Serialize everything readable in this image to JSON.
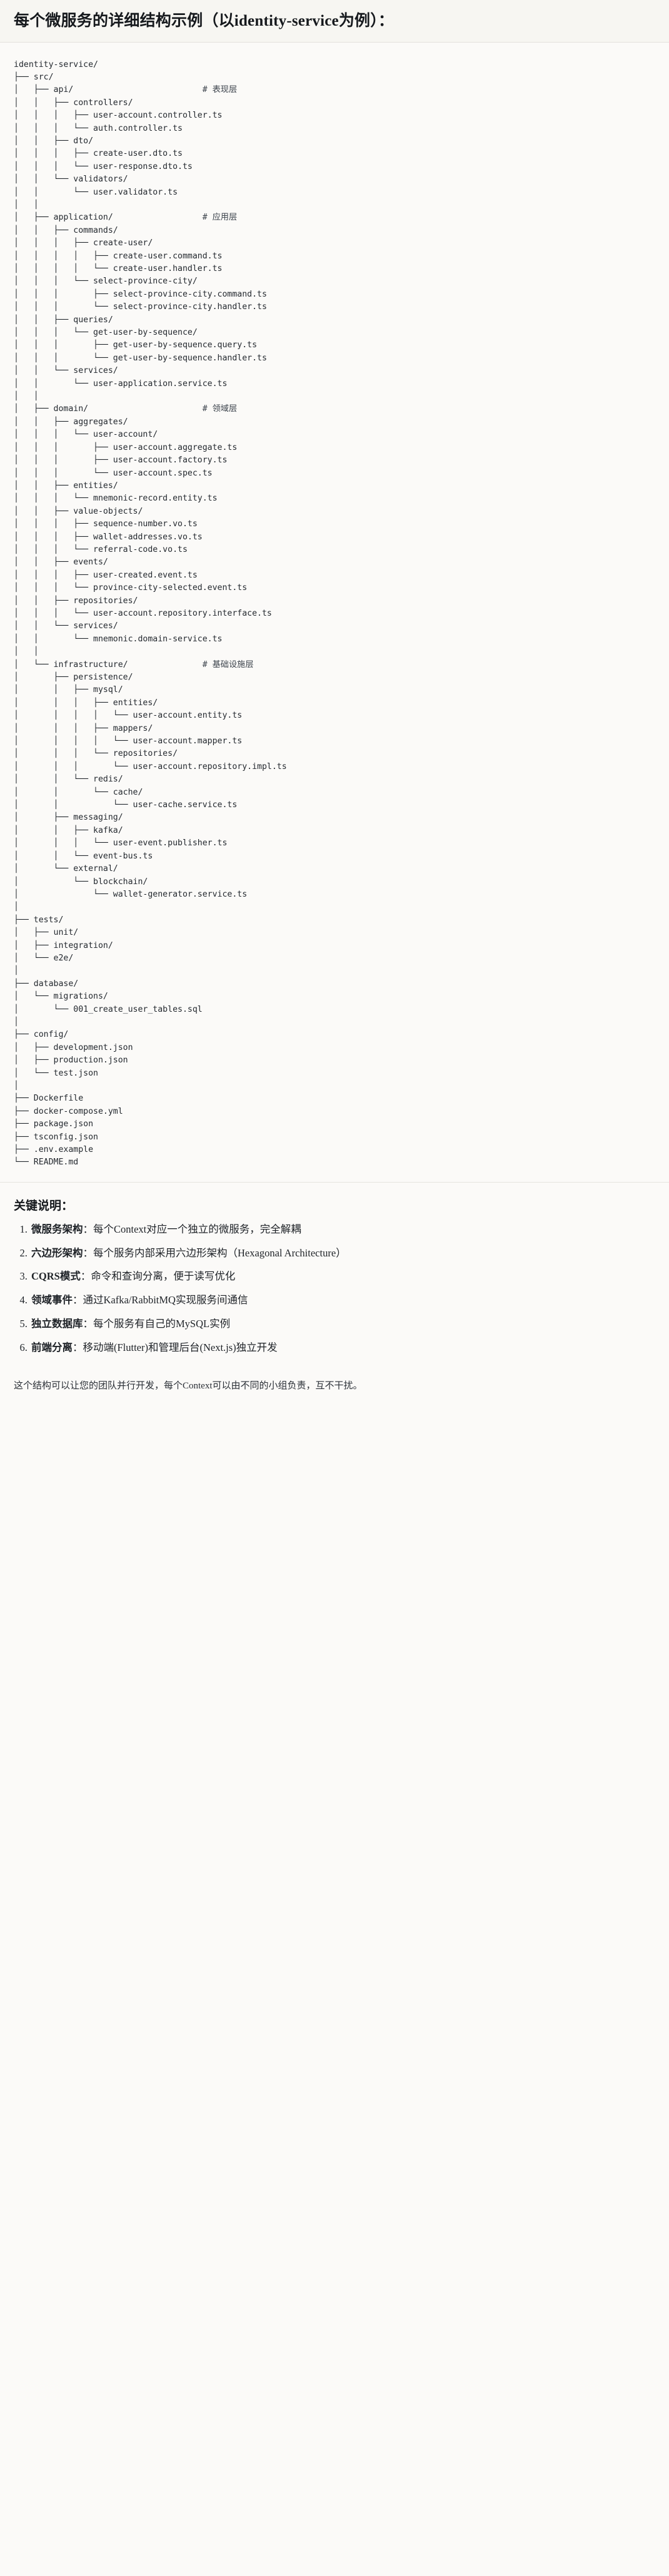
{
  "header": {
    "title": "每个微服务的详细结构示例（以identity-service为例）："
  },
  "tree": {
    "root": "identity-service/",
    "lines": [
      "identity-service/",
      "├── src/",
      "│   ├── api/                          # 表现层",
      "│   │   ├── controllers/",
      "│   │   │   ├── user-account.controller.ts",
      "│   │   │   └── auth.controller.ts",
      "│   │   ├── dto/",
      "│   │   │   ├── create-user.dto.ts",
      "│   │   │   └── user-response.dto.ts",
      "│   │   └── validators/",
      "│   │       └── user.validator.ts",
      "│   │",
      "│   ├── application/                  # 应用层",
      "│   │   ├── commands/",
      "│   │   │   ├── create-user/",
      "│   │   │   │   ├── create-user.command.ts",
      "│   │   │   │   └── create-user.handler.ts",
      "│   │   │   └── select-province-city/",
      "│   │   │       ├── select-province-city.command.ts",
      "│   │   │       └── select-province-city.handler.ts",
      "│   │   ├── queries/",
      "│   │   │   └── get-user-by-sequence/",
      "│   │   │       ├── get-user-by-sequence.query.ts",
      "│   │   │       └── get-user-by-sequence.handler.ts",
      "│   │   └── services/",
      "│   │       └── user-application.service.ts",
      "│   │",
      "│   ├── domain/                       # 领域层",
      "│   │   ├── aggregates/",
      "│   │   │   └── user-account/",
      "│   │   │       ├── user-account.aggregate.ts",
      "│   │   │       ├── user-account.factory.ts",
      "│   │   │       └── user-account.spec.ts",
      "│   │   ├── entities/",
      "│   │   │   └── mnemonic-record.entity.ts",
      "│   │   ├── value-objects/",
      "│   │   │   ├── sequence-number.vo.ts",
      "│   │   │   ├── wallet-addresses.vo.ts",
      "│   │   │   └── referral-code.vo.ts",
      "│   │   ├── events/",
      "│   │   │   ├── user-created.event.ts",
      "│   │   │   └── province-city-selected.event.ts",
      "│   │   ├── repositories/",
      "│   │   │   └── user-account.repository.interface.ts",
      "│   │   └── services/",
      "│   │       └── mnemonic.domain-service.ts",
      "│   │",
      "│   └── infrastructure/               # 基础设施层",
      "│       ├── persistence/",
      "│       │   ├── mysql/",
      "│       │   │   ├── entities/",
      "│       │   │   │   └── user-account.entity.ts",
      "│       │   │   ├── mappers/",
      "│       │   │   │   └── user-account.mapper.ts",
      "│       │   │   └── repositories/",
      "│       │   │       └── user-account.repository.impl.ts",
      "│       │   └── redis/",
      "│       │       └── cache/",
      "│       │           └── user-cache.service.ts",
      "│       ├── messaging/",
      "│       │   ├── kafka/",
      "│       │   │   └── user-event.publisher.ts",
      "│       │   └── event-bus.ts",
      "│       └── external/",
      "│           └── blockchain/",
      "│               └── wallet-generator.service.ts",
      "│",
      "├── tests/",
      "│   ├── unit/",
      "│   ├── integration/",
      "│   └── e2e/",
      "│",
      "├── database/",
      "│   └── migrations/",
      "│       └── 001_create_user_tables.sql",
      "│",
      "├── config/",
      "│   ├── development.json",
      "│   ├── production.json",
      "│   └── test.json",
      "│",
      "├── Dockerfile",
      "├── docker-compose.yml",
      "├── package.json",
      "├── tsconfig.json",
      "├── .env.example",
      "└── README.md"
    ],
    "layer_comments": [
      "# 表现层",
      "# 应用层",
      "# 领域层",
      "# 基础设施层"
    ]
  },
  "notes": {
    "title": "关键说明：",
    "items": [
      {
        "term": "微服务架构",
        "desc": "：每个Context对应一个独立的微服务，完全解耦"
      },
      {
        "term": "六边形架构",
        "desc": "：每个服务内部采用六边形架构（Hexagonal Architecture）"
      },
      {
        "term": "CQRS模式",
        "desc": "：命令和查询分离，便于读写优化"
      },
      {
        "term": "领域事件",
        "desc": "：通过Kafka/RabbitMQ实现服务间通信"
      },
      {
        "term": "独立数据库",
        "desc": "：每个服务有自己的MySQL实例"
      },
      {
        "term": "前端分离",
        "desc": "：移动端(Flutter)和管理后台(Next.js)独立开发"
      }
    ],
    "closing": "这个结构可以让您的团队并行开发，每个Context可以由不同的小组负责，互不干扰。"
  }
}
